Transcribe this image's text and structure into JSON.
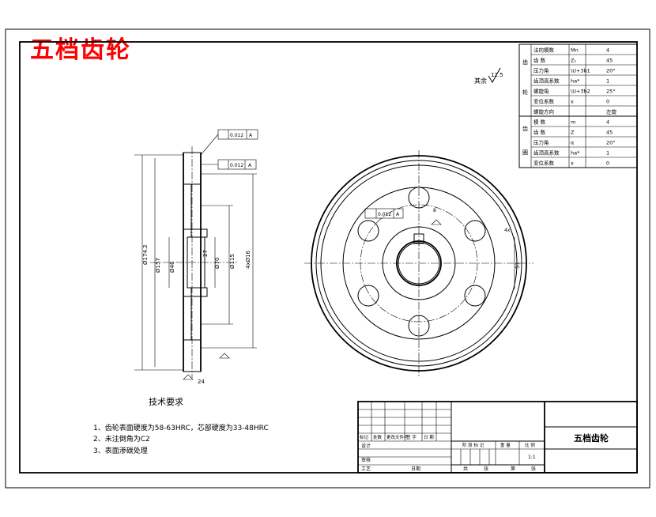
{
  "title": "五档齿轮",
  "colors": {
    "title": "#ff0000",
    "line": "#000000",
    "hatch": "#000000"
  },
  "params_table": {
    "group1_label": "齿轮",
    "group2_label": "齿圈",
    "rows1": [
      {
        "name": "法向模数",
        "sym": "Mn",
        "val": "4"
      },
      {
        "name": "齿  数",
        "sym": "Z₁",
        "val": "45"
      },
      {
        "name": "压力角",
        "sym": "\\U+3b1",
        "val": "20°"
      },
      {
        "name": "齿顶高系数",
        "sym": "ha*",
        "val": "1"
      },
      {
        "name": "螺旋角",
        "sym": "\\U+3b2",
        "val": "25°"
      },
      {
        "name": "变位系数",
        "sym": "x",
        "val": "0"
      },
      {
        "name": "螺旋方向",
        "sym": "",
        "val": "左旋"
      }
    ],
    "rows2": [
      {
        "name": "模  数",
        "sym": "m",
        "val": "4"
      },
      {
        "name": "齿  数",
        "sym": "Z",
        "val": "45"
      },
      {
        "name": "压力角",
        "sym": "α",
        "val": "20°"
      },
      {
        "name": "齿顶高系数",
        "sym": "ha*",
        "val": "1"
      },
      {
        "name": "变位系数",
        "sym": "x",
        "val": "0"
      }
    ]
  },
  "surface_note": {
    "prefix": "其余",
    "value": "12.5"
  },
  "tolerances": {
    "runout": "0.012",
    "flatness": "0.012",
    "datum": "A",
    "hub": "0.012"
  },
  "section_dims": {
    "d1": "Ø174.2",
    "d2": "Ø157",
    "d3": "Ø46",
    "d4": "Ø70",
    "d5": "Ø115",
    "d6": "4xØ16",
    "d7": "27",
    "d8": "24"
  },
  "front_dims": {
    "key": "51",
    "keyw": "8",
    "note": "4x"
  },
  "tech_req": {
    "heading": "技术要求",
    "items": [
      "1、齿轮表面硬度为58-63HRC，芯部硬度为33-48HRC",
      "2、未注倒角为C2",
      "3、表面渗碳处理"
    ]
  },
  "title_block": {
    "name": "五档齿轮",
    "labels_row1": [
      "标记",
      "处数",
      "更改文件号",
      "签 字",
      "日 期"
    ],
    "designer": "设计",
    "approve": "审核",
    "process": "工艺",
    "date": "日期",
    "stage_labels": [
      "阶 段 标 记",
      "重 量",
      "比 例"
    ],
    "scale": "1:1",
    "sheet_labels": [
      "共",
      "张",
      "第",
      "张"
    ]
  }
}
